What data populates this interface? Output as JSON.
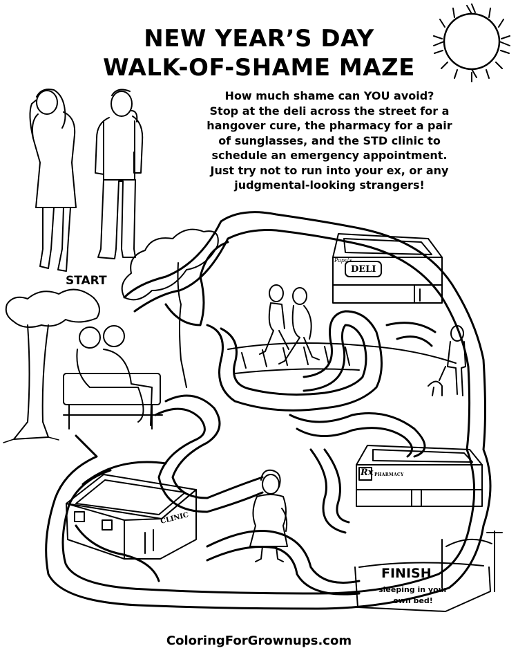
{
  "title": {
    "line1": "NEW YEAR’S DAY",
    "line2": "WALK-OF-SHAME MAZE"
  },
  "intro": {
    "lines": [
      "How much shame can YOU avoid?",
      "Stop at the deli across the street for a",
      "hangover cure, the pharmacy for a pair",
      "of sunglasses, and the STD clinic to",
      "schedule an emergency appointment.",
      "Just try not to run into your ex, or any",
      "judgmental-looking strangers!"
    ]
  },
  "maze": {
    "start_label": "START",
    "finish_label": "FINISH",
    "finish_sub": [
      "sleeping in your",
      "own bed!"
    ]
  },
  "buildings": {
    "deli_script": "Papa's",
    "deli": "DELI",
    "pharmacy_rx": "Rx",
    "pharmacy": "PHARMACY",
    "clinic": "CLINIC"
  },
  "footer": {
    "site": "ColoringForGrownups.com"
  },
  "icons": [
    "sun-icon",
    "tree-icon",
    "bed-icon",
    "dog-icon"
  ],
  "colors": {
    "ink": "#000000",
    "paper": "#ffffff"
  }
}
